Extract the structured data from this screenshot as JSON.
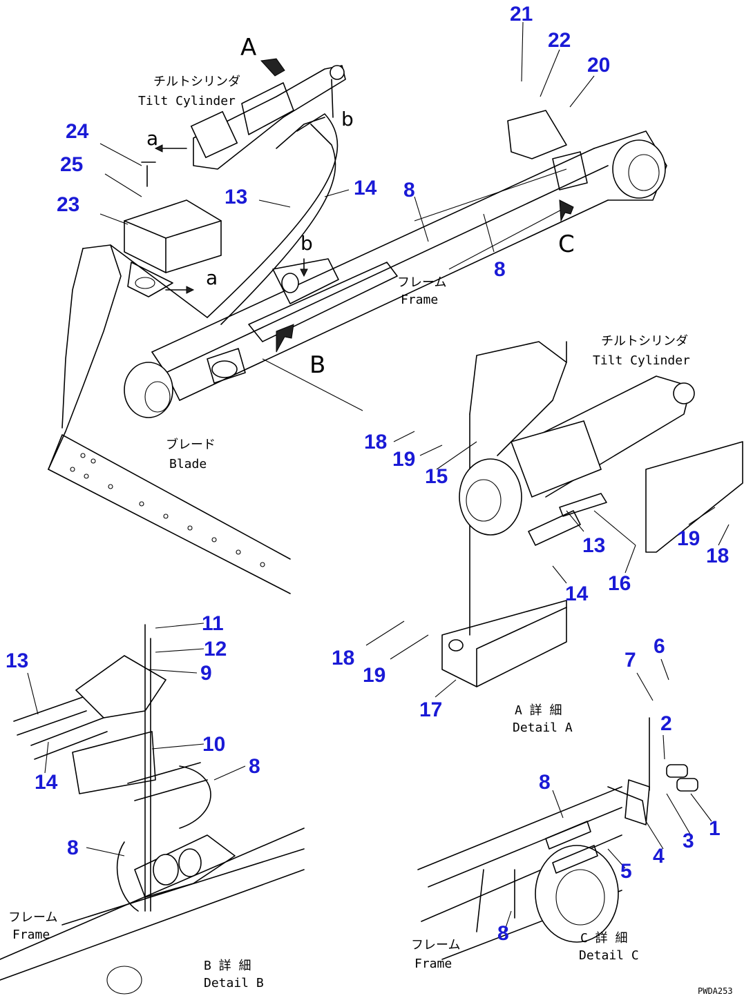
{
  "labels": {
    "tilt_jp_top": "チルトシリンダ",
    "tilt_en_top": "Tilt Cylinder",
    "tilt_jp_right": "チルトシリンダ",
    "tilt_en_right": "Tilt Cylinder",
    "frame_jp_1": "フレーム",
    "frame_en_1": "Frame",
    "frame_jp_2": "フレーム",
    "frame_en_2": "Frame",
    "frame_jp_3": "フレーム",
    "frame_en_3": "Frame",
    "blade_jp": "ブレード",
    "blade_en": "Blade",
    "detail_a_jp": "A 詳 細",
    "detail_a_en": "Detail A",
    "detail_b_jp": "B 詳 細",
    "detail_b_en": "Detail B",
    "detail_c_jp": "C 詳 細",
    "detail_c_en": "Detail C",
    "view_A": "A",
    "view_B": "B",
    "view_C": "C",
    "a1": "a",
    "a2": "a",
    "b1": "b",
    "b2": "b",
    "code": "PWDA253"
  },
  "callouts": {
    "n21": "21",
    "n22": "22",
    "n20": "20",
    "n24": "24",
    "n25": "25",
    "n23": "23",
    "n13a": "13",
    "n14a": "14",
    "n8a": "8",
    "n8b": "8",
    "n18a": "18",
    "n19a": "19",
    "n15": "15",
    "n13b": "13",
    "n19b": "19",
    "n18b": "18",
    "n16": "16",
    "n14b": "14",
    "n18c": "18",
    "n19c": "19",
    "n17": "17",
    "n11": "11",
    "n12": "12",
    "n9": "9",
    "n13c": "13",
    "n10": "10",
    "n14c": "14",
    "n8c": "8",
    "n8d": "8",
    "n7": "7",
    "n6": "6",
    "n2": "2",
    "n8e": "8",
    "n1": "1",
    "n3": "3",
    "n4": "4",
    "n5": "5",
    "n8f": "8"
  }
}
